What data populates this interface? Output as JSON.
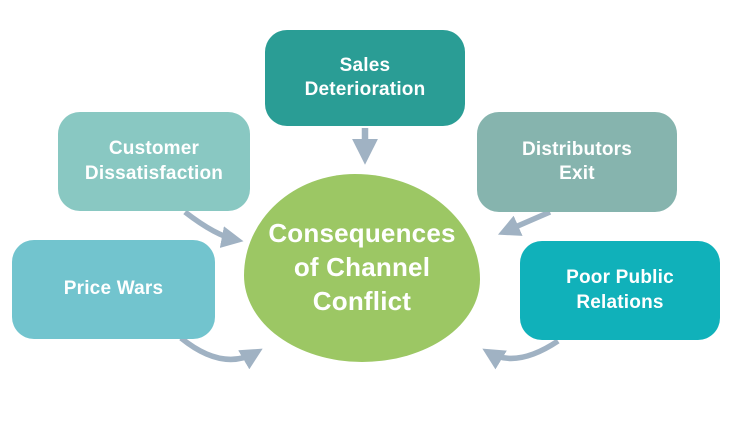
{
  "diagram": {
    "type": "hub-and-spoke",
    "background_color": "#ffffff",
    "text_color": "#ffffff",
    "arrow_color": "#a0b2c3",
    "center": {
      "label": "Consequences\nof Channel\nConflict",
      "color": "#9cc764",
      "shape": "organic-blob"
    },
    "nodes": [
      {
        "id": "sales-deterioration",
        "label": "Sales\nDeterioration",
        "color": "#2a9d95",
        "position": "top-center"
      },
      {
        "id": "customer-dissatisfaction",
        "label": "Customer\nDissatisfaction",
        "color": "#89c8c2",
        "position": "upper-left"
      },
      {
        "id": "price-wars",
        "label": "Price Wars",
        "color": "#72c4ce",
        "position": "lower-left"
      },
      {
        "id": "distributors-exit",
        "label": "Distributors\nExit",
        "color": "#86b4ae",
        "position": "upper-right"
      },
      {
        "id": "poor-public-relations",
        "label": "Poor Public\nRelations",
        "color": "#10b1ba",
        "position": "lower-right"
      }
    ],
    "connections": [
      {
        "from": "sales-deterioration",
        "to": "center"
      },
      {
        "from": "customer-dissatisfaction",
        "to": "center"
      },
      {
        "from": "price-wars",
        "to": "center"
      },
      {
        "from": "distributors-exit",
        "to": "center"
      },
      {
        "from": "poor-public-relations",
        "to": "center"
      }
    ]
  }
}
